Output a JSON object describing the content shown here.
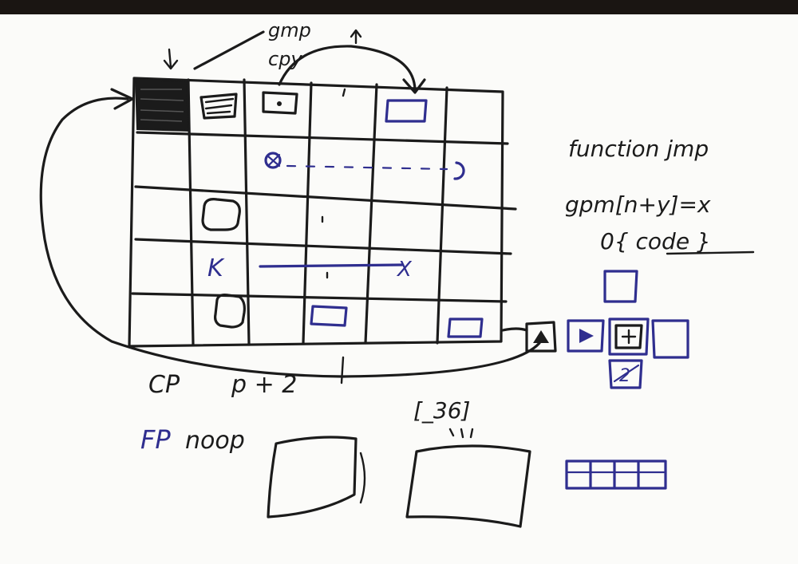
{
  "notes": {
    "top_label_1": "gmp",
    "top_label_2": "cpy",
    "side_line_1": "function jmp",
    "side_line_2": "gpm[n+y]=x",
    "side_line_3": "0{ code }",
    "bottom_cp": "CP",
    "bottom_p2": "p + 2",
    "bottom_fp": "FP",
    "bottom_noop": "noop",
    "bracket_label": "[_36]",
    "grid_k": "K",
    "grid_x": "X",
    "stack_2": "2"
  },
  "colors": {
    "ink": "#1b1b1b",
    "blue_ink": "#2f2e8f",
    "paper": "#fbfbf9",
    "top_strip": "#1a1512"
  },
  "icons": {
    "pointer_cell": "triangle-up-icon",
    "blue_play": "triangle-right-icon",
    "blue_plus": "plus-icon"
  }
}
